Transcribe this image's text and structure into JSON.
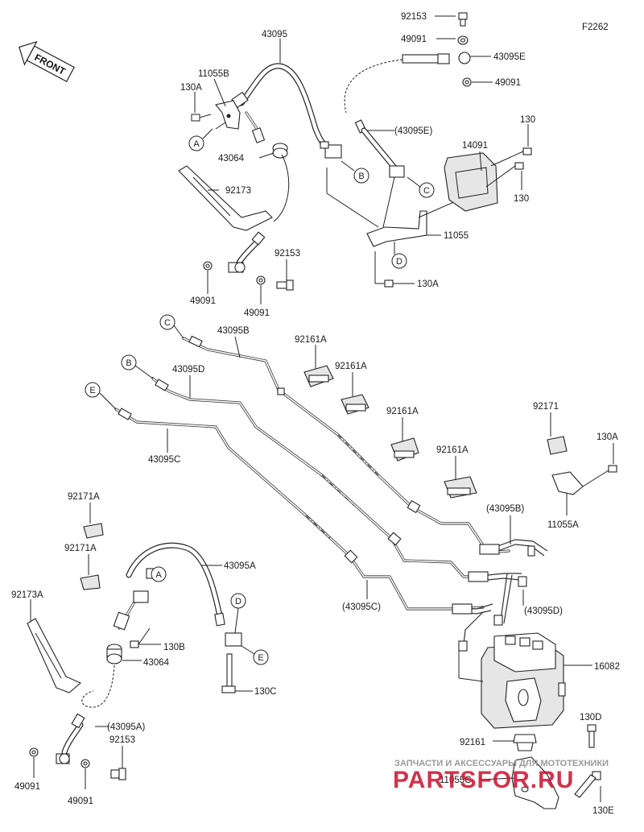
{
  "figure_code": "F2262",
  "front_label": "FRONT",
  "callouts": {
    "p92153_top": "92153",
    "p49091_top": "49091",
    "p43095E": "43095E",
    "p49091_top2": "49091",
    "p43095": "43095",
    "p11055B": "11055B",
    "p130A_top": "130A",
    "p43064_top": "43064",
    "p92173": "92173",
    "p49091_mid1": "49091",
    "p49091_mid2": "49091",
    "p92153_mid": "92153",
    "p43095E_paren": "(43095E)",
    "p14091": "14091",
    "p130_1": "130",
    "p130_2": "130",
    "p11055": "11055",
    "p130A_mid": "130A",
    "p43095B": "43095B",
    "p43095D": "43095D",
    "p43095C": "43095C",
    "p92161A_1": "92161A",
    "p92161A_2": "92161A",
    "p92161A_3": "92161A",
    "p92161A_4": "92161A",
    "p92171": "92171",
    "p130A_right": "130A",
    "p11055A": "11055A",
    "p43095B_paren": "(43095B)",
    "p43095C_paren": "(43095C)",
    "p43095D_paren": "(43095D)",
    "p16082": "16082",
    "p92171A_1": "92171A",
    "p92171A_2": "92171A",
    "p92173A": "92173A",
    "p43095A": "43095A",
    "p130B": "130B",
    "p43064_bot": "43064",
    "p130C": "130C",
    "p43095A_paren": "(43095A)",
    "p92153_bot": "92153",
    "p49091_bot1": "49091",
    "p49091_bot2": "49091",
    "p92161": "92161",
    "p130D": "130D",
    "p11055C": "11055C",
    "p130E": "130E"
  },
  "connectors": {
    "A1": "A",
    "B1": "B",
    "C1": "C",
    "D1": "D",
    "C2": "C",
    "B2": "B",
    "E2": "E",
    "A3": "A",
    "D3": "D",
    "E3": "E"
  },
  "watermark": {
    "line1": "ЗАПЧАСТИ И АКСЕССУАРЫ ДЛЯ МОТОТЕХНИКИ",
    "line2": "PARTSFOR.RU"
  },
  "colors": {
    "watermark_red": "#c8102e",
    "watermark_gray": "#9a9a9a"
  }
}
